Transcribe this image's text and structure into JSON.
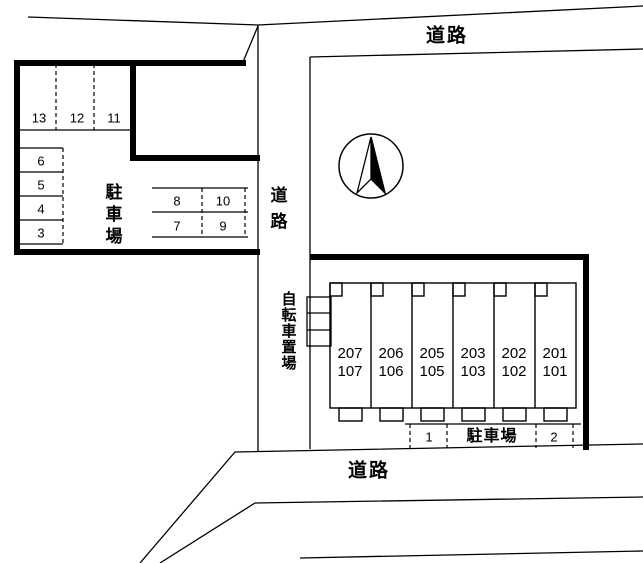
{
  "colors": {
    "line": "#000000",
    "background": "#ffffff"
  },
  "roads": {
    "top": "道路",
    "vertical": "道路",
    "bottom": "道路"
  },
  "compass": {
    "icon": "north-arrow"
  },
  "left_parking": {
    "label": "駐車場",
    "top_stalls": [
      "13",
      "12",
      "11"
    ],
    "side_stalls": [
      "6",
      "5",
      "4",
      "3"
    ],
    "center_stalls_row1": [
      "8",
      "10"
    ],
    "center_stalls_row2": [
      "7",
      "9"
    ]
  },
  "bicycle_parking": {
    "label": "自転車置場"
  },
  "building": {
    "units": [
      {
        "upper": "207",
        "lower": "107"
      },
      {
        "upper": "206",
        "lower": "106"
      },
      {
        "upper": "205",
        "lower": "105"
      },
      {
        "upper": "203",
        "lower": "103"
      },
      {
        "upper": "202",
        "lower": "102"
      },
      {
        "upper": "201",
        "lower": "101"
      }
    ]
  },
  "bottom_parking": {
    "label": "駐車場",
    "stalls": [
      "1",
      "2"
    ]
  }
}
